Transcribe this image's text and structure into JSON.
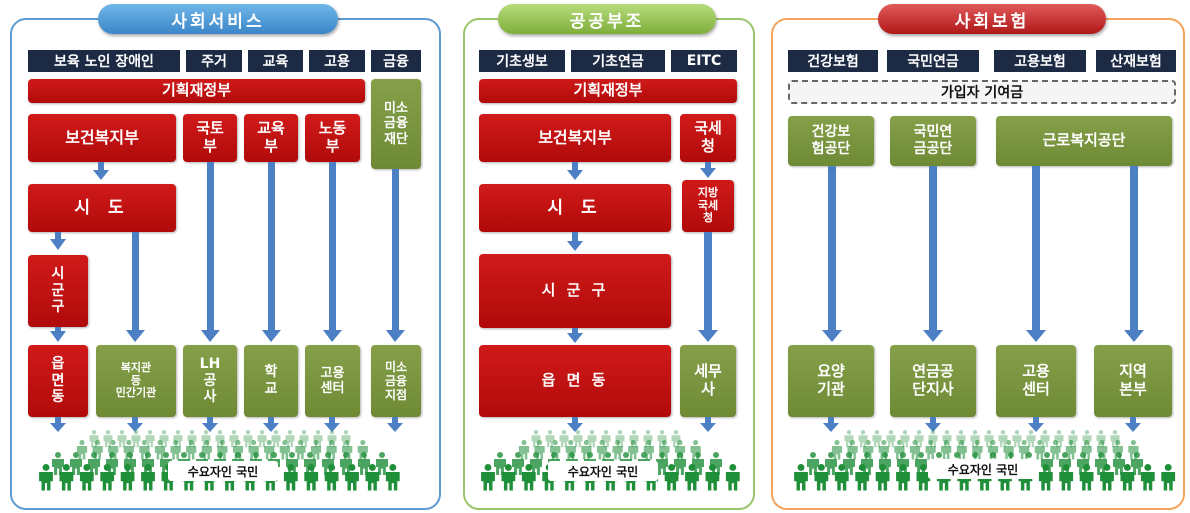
{
  "colors": {
    "blue_panel": "#5f9bd0",
    "green_panel": "#9cc56b",
    "orange_panel": "#f4a55b",
    "red_box": "#c40e0e",
    "green_box": "#7a9440",
    "header_bg": "#1d2a44",
    "arrow": "#4d7fc4",
    "people": "#1f8f3a"
  },
  "icons": {
    "crowd": "people-crowd-icon",
    "arrow": "arrow-down-icon"
  },
  "panels": {
    "social_services": {
      "title": "사회서비스",
      "headers": [
        "보육 노인 장애인",
        "주거",
        "교육",
        "고용",
        "금융"
      ],
      "planning": "기획재정부",
      "welfare": "보건복지부",
      "land": "국토\n부",
      "edu_ministry": "교육\n부",
      "labor": "노동\n부",
      "microfinance": "미소\n금융\n재단",
      "sido": "시 도",
      "sigungu": "시\n군\n구",
      "eupmyeondong": "읍\n면\n동",
      "welfare_center": "복지관\n등\n민간기관",
      "lh": "LH\n공\n사",
      "school": "학\n교",
      "employment_center": "고용\n센터",
      "microfinance_branch": "미소\n금융\n지점",
      "citizens": "수요자인 국민"
    },
    "public_assistance": {
      "title": "공공부조",
      "headers": [
        "기초생보",
        "기초연금",
        "EITC"
      ],
      "planning": "기획재정부",
      "welfare": "보건복지부",
      "national_tax": "국세\n청",
      "regional_tax": "지방\n국세\n청",
      "sido": "시 도",
      "sigungu": "시 군 구",
      "eupmyeondong": "읍 면 동",
      "tax_office": "세무\n사",
      "citizens": "수요자인 국민"
    },
    "social_insurance": {
      "title": "사회보험",
      "headers": [
        "건강보험",
        "국민연금",
        "고용보험",
        "산재보험"
      ],
      "contribution": "가입자 기여금",
      "nhis": "건강보\n험공단",
      "nps": "국민연\n금공단",
      "comwel": "근로복지공단",
      "care_institution": "요양\n기관",
      "pension_branch": "연금공\n단지사",
      "employment_center": "고용\n센터",
      "regional_hq": "지역\n본부",
      "citizens": "수요자인 국민"
    }
  }
}
